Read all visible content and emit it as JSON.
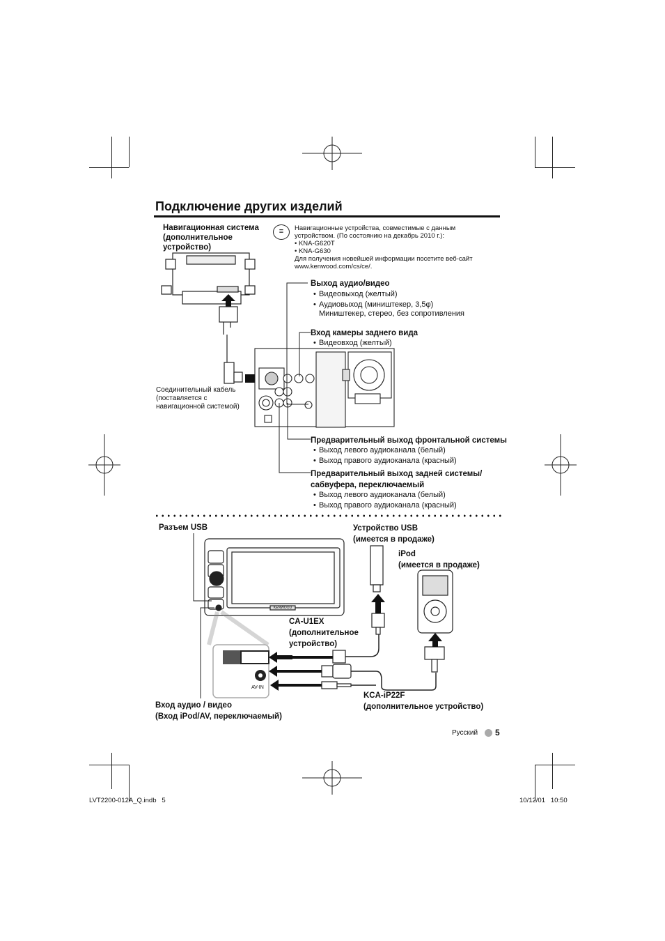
{
  "heading": "Подключение других изделий",
  "nav": {
    "label_lines": [
      "Навигационная система",
      "(дополнительное",
      "устройство)"
    ],
    "note_intro_lines": [
      "Навигационные устройства, совместимые с данным",
      "устройством. (По состоянию на декабрь 2010 г.):"
    ],
    "models": [
      "KNA-G620T",
      "KNA-G630"
    ],
    "note_outro_lines": [
      "Для получения новейшей информации посетите веб-сайт",
      "www.kenwood.com/cs/ce/."
    ],
    "cable_lines": [
      "Соединительный кабель",
      "(поставляется с",
      "навигационной системой)"
    ]
  },
  "av_out": {
    "title": "Выход аудио/видео",
    "items": [
      "Видеовыход (желтый)",
      "Аудиовыход (миништекер, 3,5φ)"
    ],
    "sub": "Миништекер, стерео, без сопротивления"
  },
  "camera_in": {
    "title": "Вход камеры заднего вида",
    "items": [
      "Видеовход (желтый)"
    ]
  },
  "front_preout": {
    "title": "Предварительный выход фронтальной системы",
    "items": [
      "Выход левого аудиоканала (белый)",
      "Выход правого аудиоканала (красный)"
    ]
  },
  "rear_preout": {
    "title_lines": [
      "Предварительный выход задней системы/",
      "сабвуфера, переключаемый"
    ],
    "items": [
      "Выход левого аудиоканала (белый)",
      "Выход правого аудиоканала (красный)"
    ]
  },
  "usb_section": {
    "usb_jack": "Разъем USB",
    "usb_device_lines": [
      "Устройство USB",
      "(имеется в продаже)"
    ],
    "ipod_lines": [
      "iPod",
      "(имеется в продаже)"
    ],
    "ca_u1ex_lines": [
      "CA-U1EX",
      "(дополнительное",
      "устройство)"
    ],
    "av_in_tag": "AV-IN",
    "av_in_lines": [
      "Вход аудио / видео",
      "(Вход iPod/AV, переключаемый)"
    ],
    "kca_lines": [
      "KCA-iP22F",
      "(дополнительное устройство)"
    ],
    "brand_mark": "KENWOOD"
  },
  "page": {
    "language": "Русский",
    "number": "5"
  },
  "footer": {
    "file": "LVT2200-012A_Q.indb   5",
    "stamp": "10/12/01   10:50"
  }
}
